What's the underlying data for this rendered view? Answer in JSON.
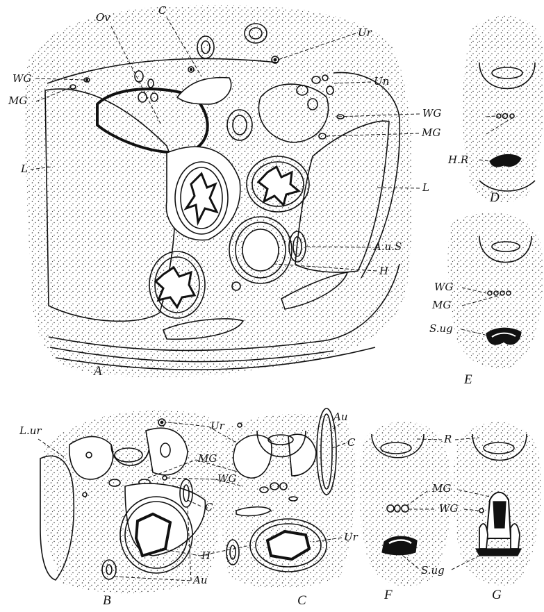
{
  "figure": {
    "panels": {
      "A": "A",
      "B": "B",
      "C": "C",
      "D": "D",
      "E": "E",
      "F": "F",
      "G": "G"
    },
    "labels": {
      "A": [
        "Ov",
        "C",
        "Ur",
        "Un",
        "WG",
        "MG",
        "WG",
        "MG",
        "L",
        "L",
        "A.u.S",
        "H"
      ],
      "B": [
        "L.ur",
        "Ur",
        "MG",
        "WG",
        "C",
        "H",
        "Au"
      ],
      "C": [
        "Au",
        "C",
        "Ur"
      ],
      "D": [
        "WG",
        "MG",
        "H.R"
      ],
      "E": [
        "WG",
        "MG",
        "S.ug"
      ],
      "FG": [
        "R",
        "MG",
        "WG",
        "S.ug"
      ]
    }
  }
}
